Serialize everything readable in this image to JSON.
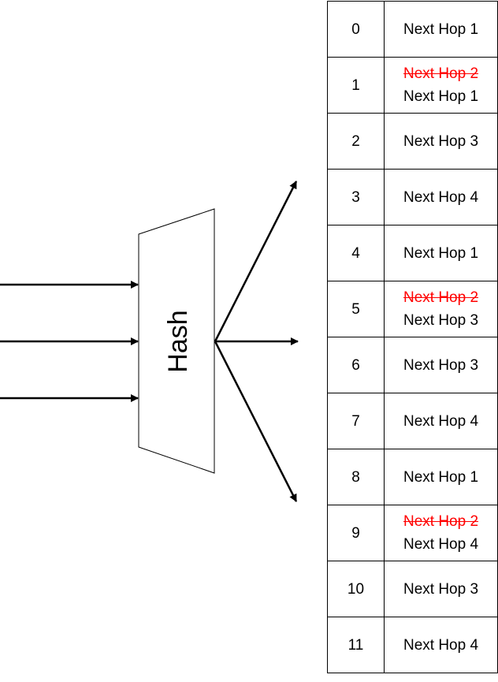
{
  "hash_label": "Hash",
  "colors": {
    "line": "#000000",
    "removed_hop": "#ff0000"
  },
  "buckets": [
    {
      "index": "0",
      "hop": "Next Hop 1"
    },
    {
      "index": "1",
      "removed": "Next Hop 2",
      "hop": "Next Hop 1"
    },
    {
      "index": "2",
      "hop": "Next Hop 3"
    },
    {
      "index": "3",
      "hop": "Next Hop 4"
    },
    {
      "index": "4",
      "hop": "Next Hop 1"
    },
    {
      "index": "5",
      "removed": "Next Hop 2",
      "hop": "Next Hop 3"
    },
    {
      "index": "6",
      "hop": "Next Hop 3"
    },
    {
      "index": "7",
      "hop": "Next Hop 4"
    },
    {
      "index": "8",
      "hop": "Next Hop 1"
    },
    {
      "index": "9",
      "removed": "Next Hop 2",
      "hop": "Next Hop 4"
    },
    {
      "index": "10",
      "hop": "Next Hop 3"
    },
    {
      "index": "11",
      "hop": "Next Hop 4"
    }
  ]
}
